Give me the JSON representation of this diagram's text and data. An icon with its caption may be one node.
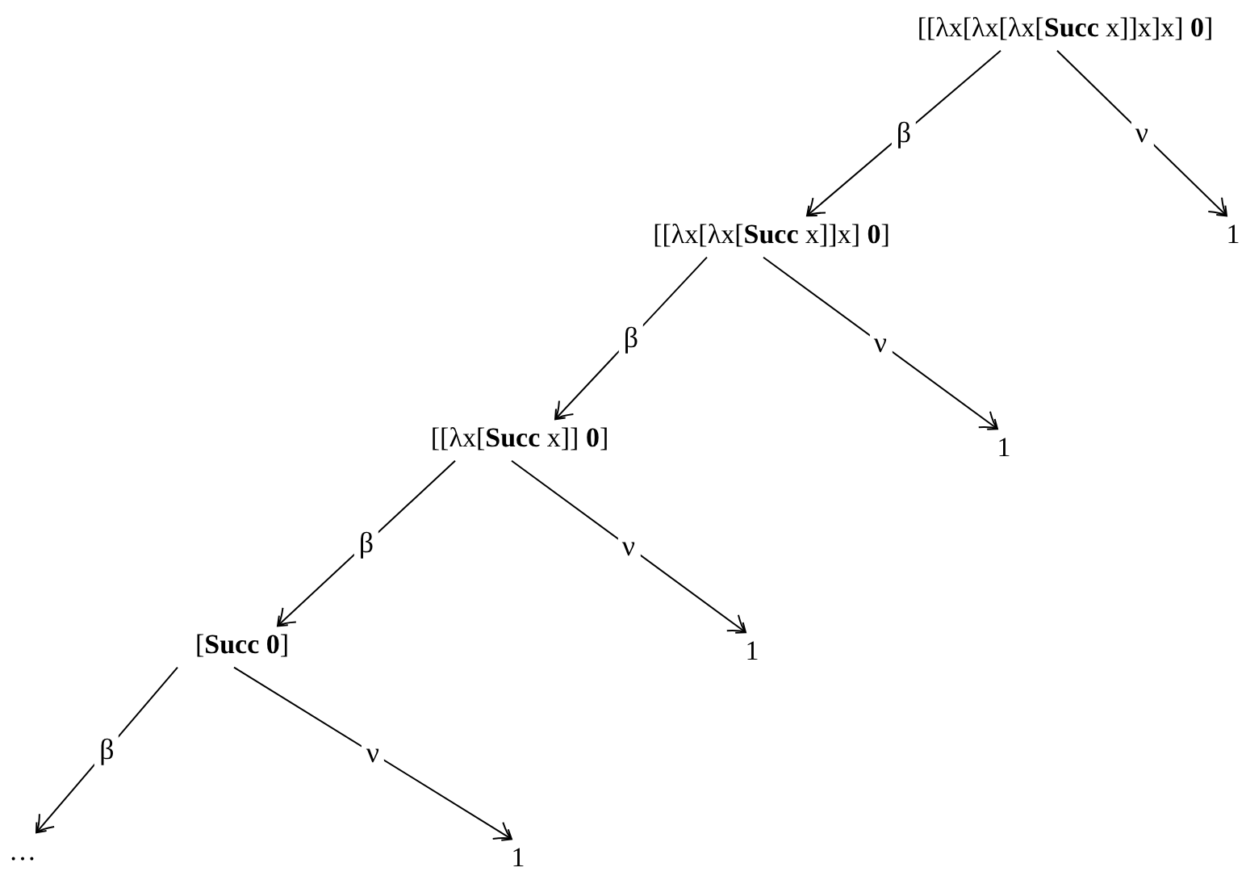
{
  "diagram": {
    "nodes": [
      {
        "text": [
          "[[λx[λx[λx[**Succ** x]]x]x] **0**]"
        ]
      },
      {
        "text": [
          "1"
        ]
      },
      {
        "text": [
          "[[λx[λx[**Succ** x]]x] **0**]"
        ]
      },
      {
        "text": [
          "1"
        ]
      },
      {
        "text": [
          "[[λx[**Succ** x]] **0**]"
        ]
      },
      {
        "text": [
          "1"
        ]
      },
      {
        "text": [
          "[**Succ** **0**]"
        ]
      },
      {
        "text": [
          "…"
        ]
      },
      {
        "text": [
          "1"
        ]
      }
    ],
    "edges": [
      {
        "from": 0,
        "to": 2,
        "arrow": "to",
        "label": "β"
      },
      {
        "from": 0,
        "to": 1,
        "arrow": "to",
        "label": "ν"
      },
      {
        "from": 2,
        "to": 4,
        "arrow": "to",
        "label": "β"
      },
      {
        "from": 2,
        "to": 3,
        "arrow": "to",
        "label": "ν"
      },
      {
        "from": 4,
        "to": 6,
        "arrow": "to",
        "label": "β"
      },
      {
        "from": 4,
        "to": 5,
        "arrow": "to",
        "label": "ν"
      },
      {
        "from": 6,
        "to": 7,
        "arrow": "to",
        "label": "β"
      },
      {
        "from": 6,
        "to": 8,
        "arrow": "to",
        "label": "ν"
      }
    ]
  }
}
